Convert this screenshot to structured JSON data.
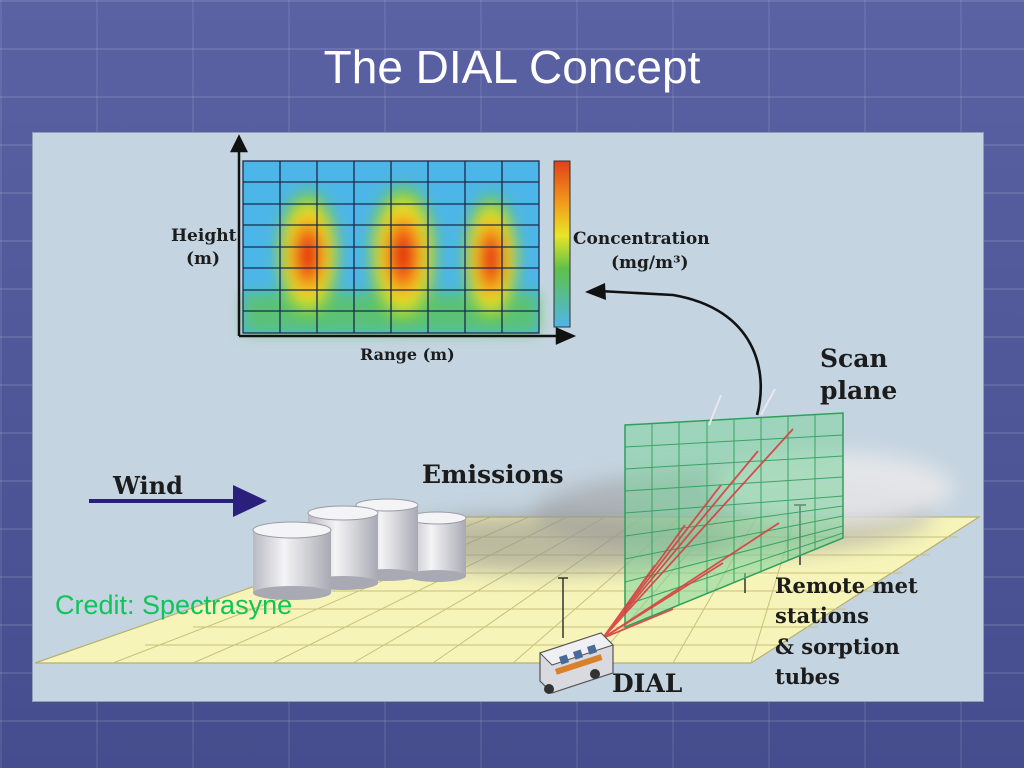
{
  "slide": {
    "title": "The DIAL Concept",
    "credit": "Credit: Spectrasyne"
  },
  "figure": {
    "heatmap": {
      "y_axis_label_line1": "Height",
      "y_axis_label_line2": "(m)",
      "x_axis_label": "Range (m)",
      "colorbar_label_line1": "Concentration",
      "colorbar_label_line2": "(mg/m³)"
    },
    "labels": {
      "scan_plane_line1": "Scan",
      "scan_plane_line2": "plane",
      "wind": "Wind",
      "emissions": "Emissions",
      "remote_line1": "Remote met",
      "remote_line2": "stations",
      "remote_line3": "& sorption",
      "remote_line4": "tubes",
      "dial": "DIAL"
    },
    "colors": {
      "slide_background": "#4c5596",
      "panel_background": "#c4d4e0",
      "wind_arrow": "#2a1f7a",
      "laser_beams": "#d84040",
      "scan_plane": "#3fae6a",
      "credit_text": "#11c45a"
    }
  }
}
